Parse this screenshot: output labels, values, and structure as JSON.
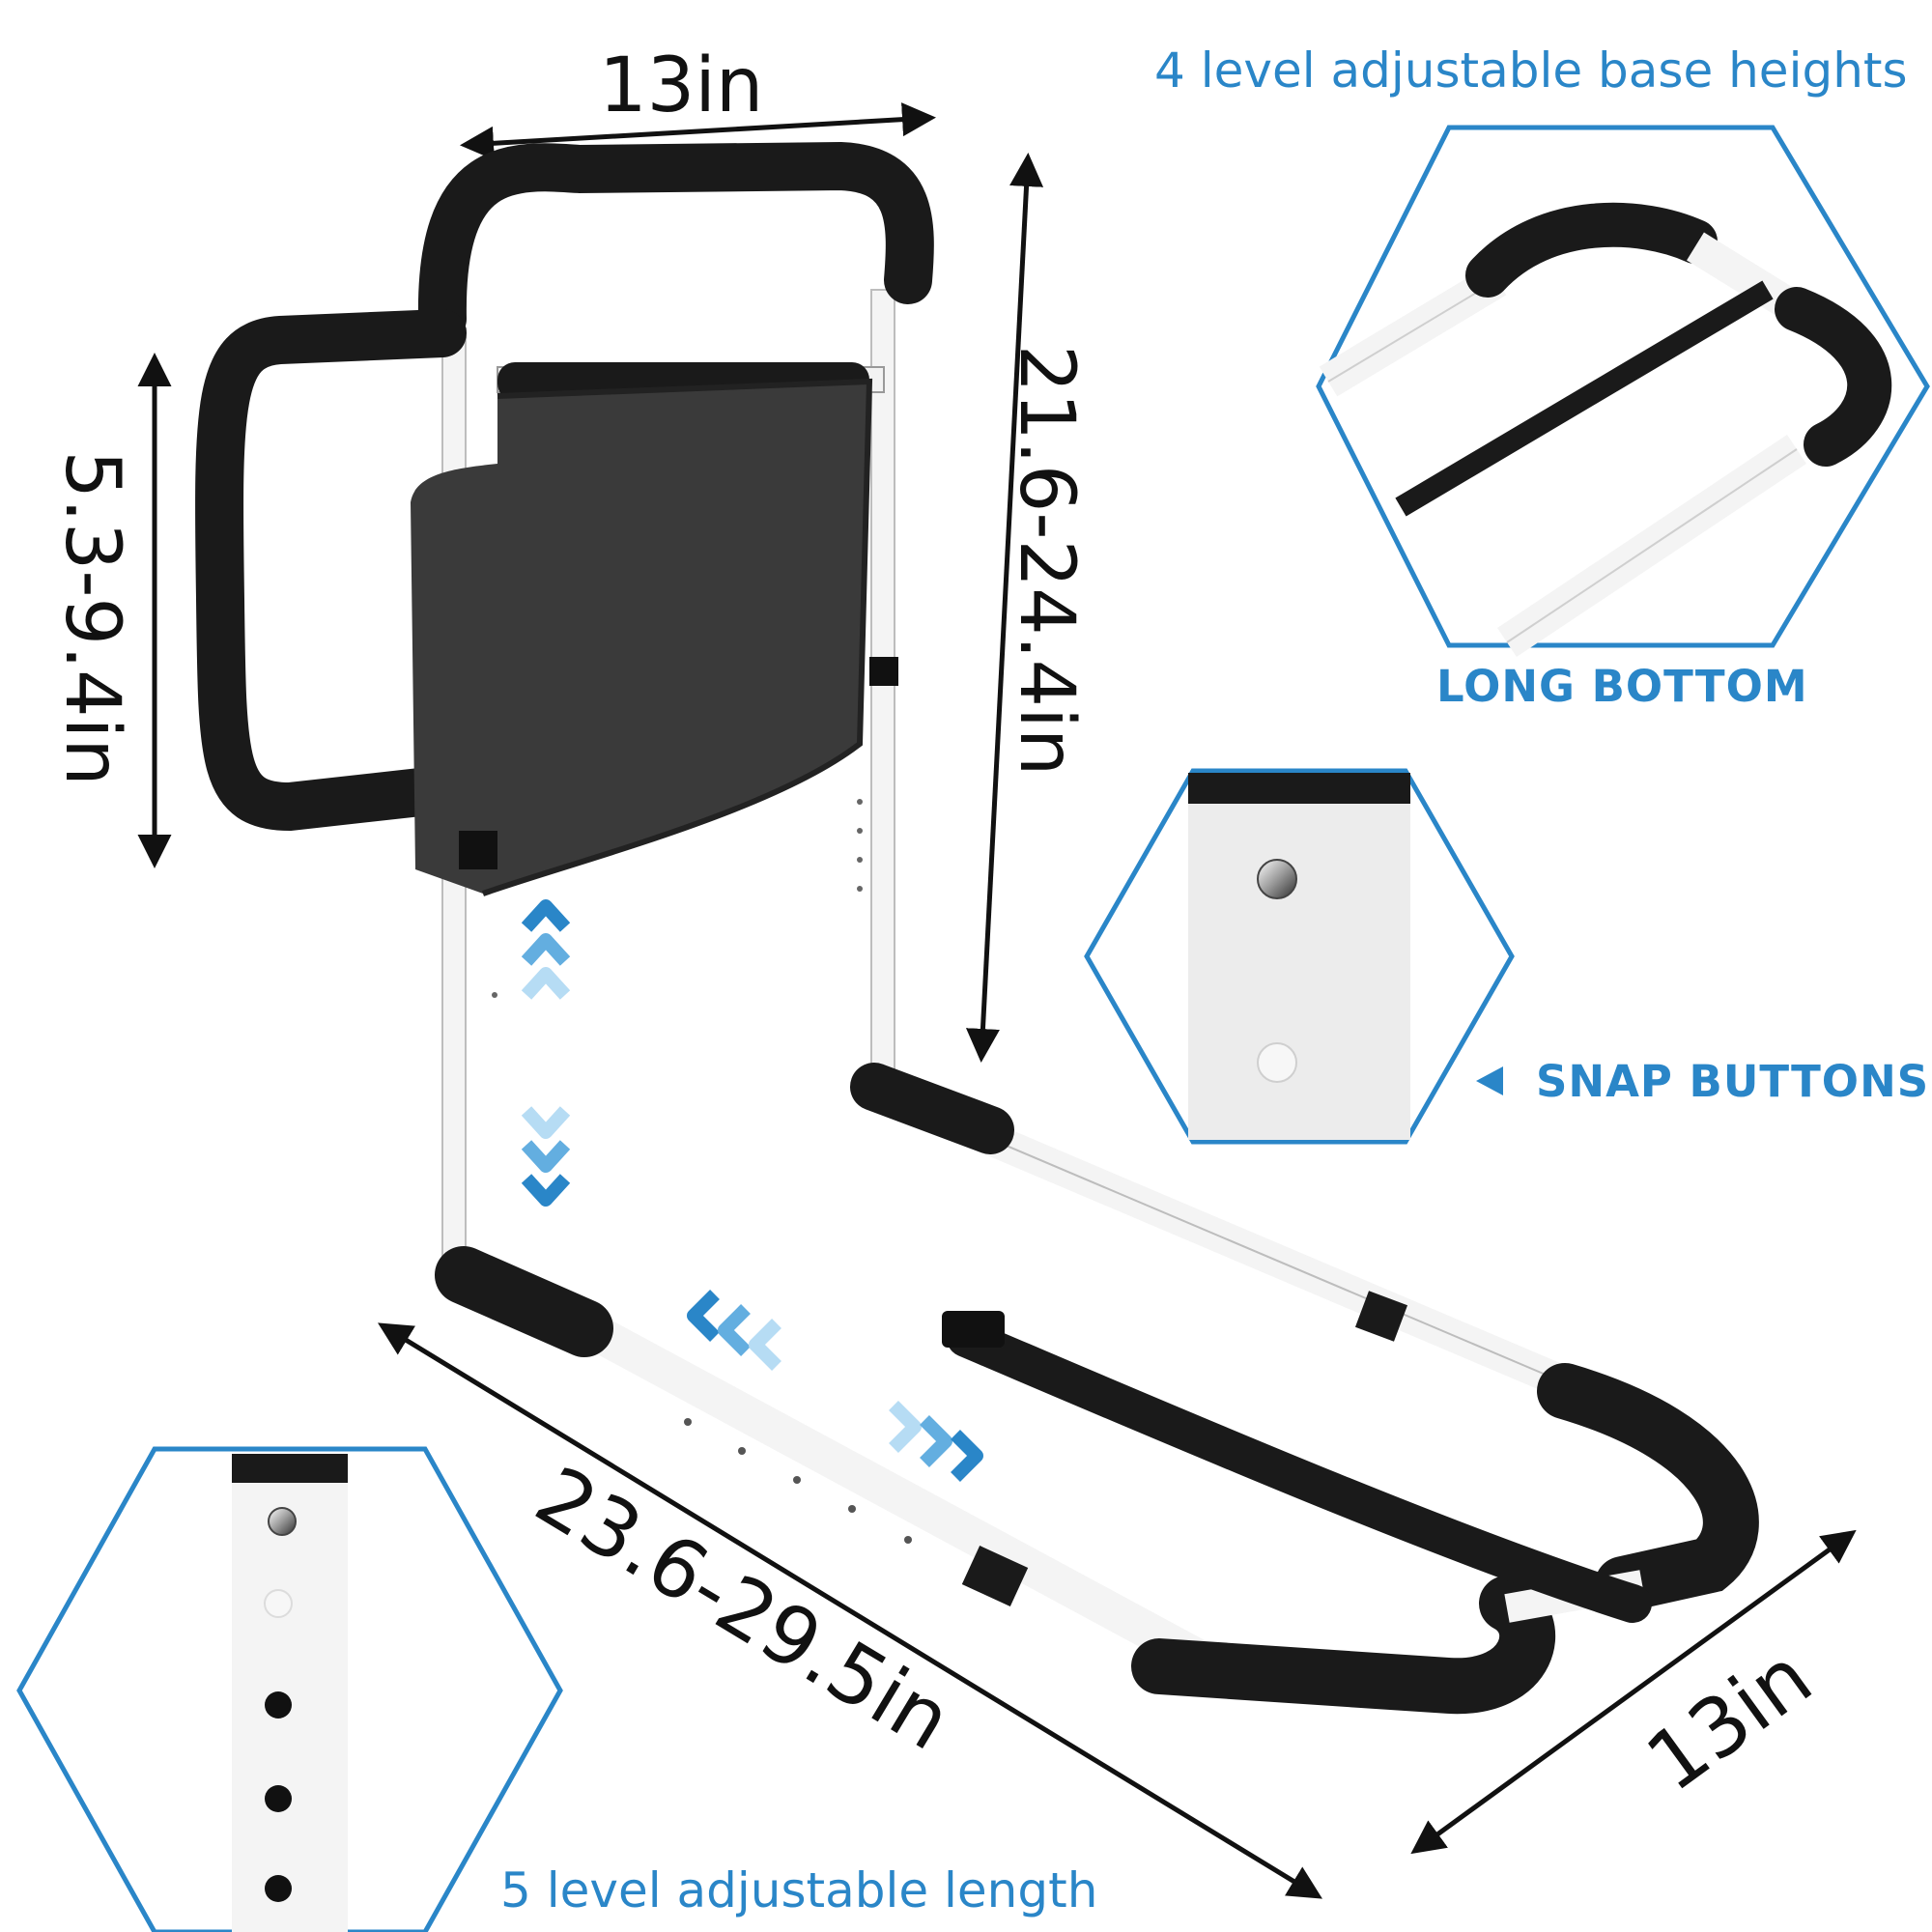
{
  "colors": {
    "accent_blue": "#2a86c8",
    "frame_black": "#1a1a1a",
    "tube_white": "#f4f4f4",
    "pouch_gray": "#3a3a3a"
  },
  "labels": {
    "top_width": "13in",
    "height_range": "21.6-24.4in",
    "handle_height": "5.3-9.4in",
    "base_length": "23.6-29.5in",
    "base_width": "13in",
    "base_heights_title": "4 level adjustable base heights",
    "long_bottom": "LONG BOTTOM",
    "snap_buttons": "SNAP BUTTONS",
    "length_title": "5 level adjustable length"
  },
  "icons": {
    "arrows_up": "chevron-up-icon",
    "arrows_down": "chevron-down-icon",
    "arrows_left": "chevron-left-icon",
    "arrows_right": "chevron-right-icon",
    "pointer": "triangle-left-icon"
  }
}
